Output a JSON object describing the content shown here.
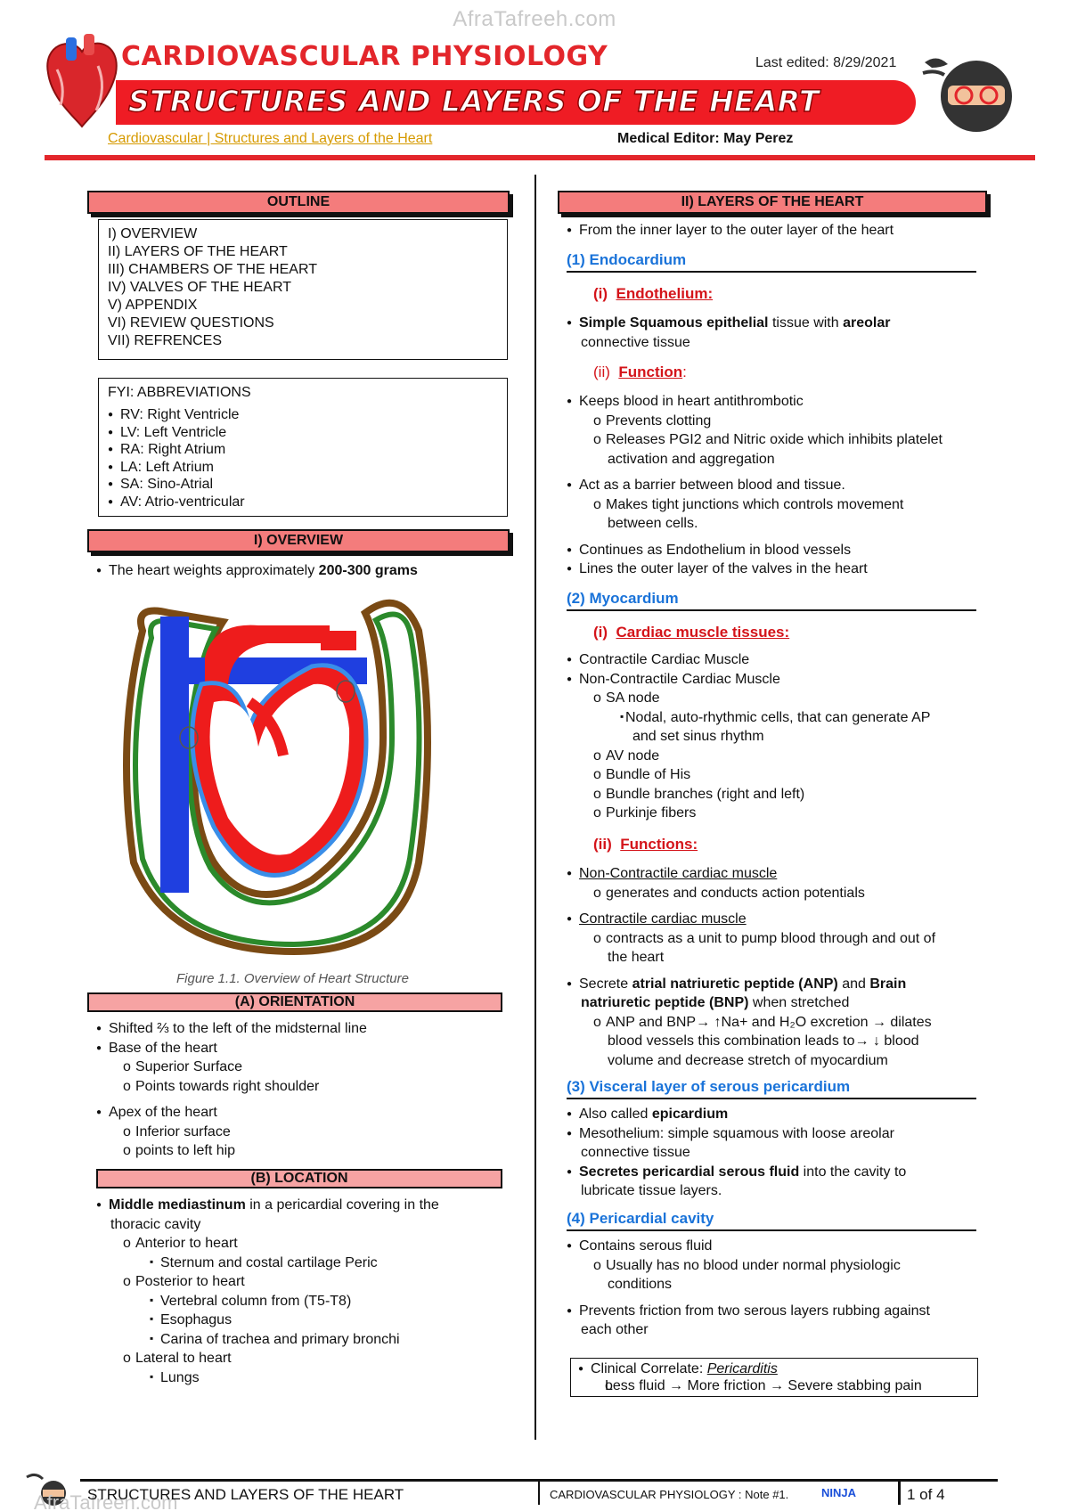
{
  "watermark": "AfraTafreeh.com",
  "header": {
    "title": "CARDIOVASCULAR PHYSIOLOGY",
    "banner": "STRUCTURES AND LAYERS OF THE HEART",
    "last_edited": "Last edited: 8/29/2021",
    "breadcrumb": "Cardiovascular | Structures and Layers of the Heart",
    "editor": "Medical Editor: May Perez"
  },
  "outline": {
    "heading": "OUTLINE",
    "items": [
      "I) OVERVIEW",
      "II) LAYERS OF THE HEART",
      "III) CHAMBERS OF THE HEART",
      "IV) VALVES OF THE HEART",
      "V) APPENDIX",
      "VI) REVIEW QUESTIONS",
      "VII) REFRENCES"
    ]
  },
  "abbreviations": {
    "heading": "FYI: ABBREVIATIONS",
    "items": [
      "RV: Right Ventricle",
      "LV: Left Ventricle",
      "RA: Right Atrium",
      "LA: Left Atrium",
      "SA: Sino-Atrial",
      "AV: Atrio-ventricular"
    ]
  },
  "overview": {
    "heading": "I) OVERVIEW",
    "weight_pre": "The heart weights approximately ",
    "weight_bold": "200-300 grams",
    "figure_caption": "Figure 1.1. Overview of Heart Structure"
  },
  "orientation": {
    "heading": "(A) ORIENTATION",
    "l1": "Shifted ⅔ to the left of the midsternal line",
    "l2": "Base of the heart",
    "l3": "Superior Surface",
    "l4": "Points towards right shoulder",
    "l5": "Apex of the heart",
    "l6": "Inferior surface",
    "l7": "points to left hip"
  },
  "location": {
    "heading": "(B) LOCATION",
    "l1_bold": "Middle mediastinum",
    "l1_rest": " in a pericardial covering in the",
    "l1_cont": "thoracic cavity",
    "l2": "Anterior to heart",
    "l3": "Sternum and costal cartilage Peric",
    "l4": "Posterior to heart",
    "l5": "Vertebral column from (T5-T8)",
    "l6": "Esophagus",
    "l7": "Carina of trachea and primary bronchi",
    "l8": "Lateral to heart",
    "l9": "Lungs"
  },
  "layers": {
    "heading": "II) LAYERS OF THE HEART",
    "intro": "From the inner layer to the outer layer of the heart",
    "endo": {
      "title": "(1) Endocardium",
      "sub1_num": "(i)",
      "sub1": "Endothelium:",
      "l1_b1": "Simple Squamous epithelial",
      "l1_m": " tissue with ",
      "l1_b2": "areolar",
      "l1_cont": "connective tissue",
      "sub2_num": "(ii)",
      "sub2": "Function",
      "sub2_colon": ":",
      "f1": "Keeps blood in heart antithrombotic",
      "f2": "Prevents clotting",
      "f3": "Releases PGI2 and Nitric oxide which inhibits platelet",
      "f3c": "activation and aggregation",
      "f4": "Act as a barrier between blood and tissue.",
      "f5": "Makes tight junctions which controls movement",
      "f5c": "between cells.",
      "f6": "Continues as Endothelium in blood vessels",
      "f7": "Lines the outer layer of the valves in the heart"
    },
    "myo": {
      "title": "(2) Myocardium",
      "sub1_num": "(i)",
      "sub1": "Cardiac muscle tissues:",
      "m1": "Contractile Cardiac Muscle",
      "m2": "Non-Contractile Cardiac Muscle",
      "m3": "SA node",
      "m4": "Nodal, auto-rhythmic cells, that can generate AP",
      "m4c": "and set sinus rhythm",
      "m5": "AV node",
      "m6": "Bundle of His",
      "m7": "Bundle branches (right and left)",
      "m8": "Purkinje fibers",
      "sub2_num": "(ii)",
      "sub2": "Functions:",
      "n1": "Non-Contractile cardiac muscle",
      "n2": "generates and conducts action potentials",
      "n3": "Contractile cardiac muscle",
      "n4": "contracts as a unit to pump blood through and out of",
      "n4c": "the heart",
      "n5_a": "Secrete ",
      "n5_b": "atrial natriuretic peptide (ANP)",
      "n5_c": " and ",
      "n5_d": "Brain",
      "n5c_b": "natriuretic peptide (BNP)",
      "n5c_r": " when stretched",
      "n6": "ANP and BNP→ ↑Na+ and H₂O excretion → dilates",
      "n6c": "blood vessels this combination leads to→ ↓ blood",
      "n6c2": "volume and decrease stretch of myocardium"
    },
    "visceral": {
      "title": "(3) Visceral layer of serous pericardium",
      "v1_a": "Also called ",
      "v1_b": "epicardium",
      "v2": "Mesothelium: simple squamous with loose areolar",
      "v2c": "connective tissue",
      "v3_b": "Secretes pericardial serous fluid",
      "v3_r": " into the cavity to",
      "v3c": "lubricate tissue layers."
    },
    "cavity": {
      "title": "(4) Pericardial cavity",
      "c1": "Contains serous fluid",
      "c2": "Usually has no blood under normal physiologic",
      "c2c": "conditions",
      "c3": "Prevents friction from two serous layers rubbing against",
      "c3c": "each other",
      "clin_a": "Clinical Correlate: ",
      "clin_b": "Pericarditis",
      "clin2": "Less fluid → More friction → Severe stabbing pain"
    }
  },
  "footer": {
    "left": "STRUCTURES AND LAYERS OF THE HEART",
    "mid": "CARDIOVASCULAR PHYSIOLOGY : Note #1.",
    "brand": "NINJA",
    "page": "1 of 4",
    "watermark": "AfraTafreeh.com"
  },
  "colors": {
    "accent_red": "#e3262b",
    "section_fill": "#f47c7c",
    "layer_blue": "#1a73d9",
    "sublabel_red": "#d4141a",
    "breadcrumb_gold": "#d69a00"
  },
  "icons": [
    "heart-logo-icon",
    "ninja-avatar-icon",
    "heart-diagram-icon"
  ]
}
